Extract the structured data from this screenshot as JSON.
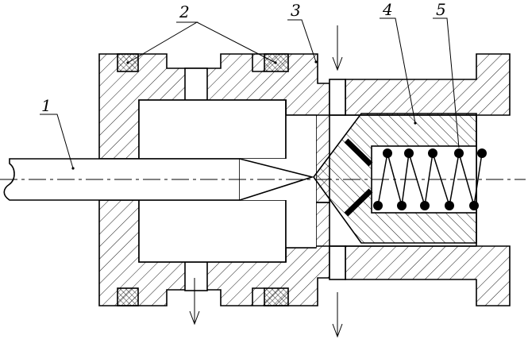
{
  "callouts": {
    "needle": "1",
    "seals": "2",
    "body": "3",
    "valve": "4",
    "spring": "5"
  },
  "colors": {
    "line": "#000000",
    "background": "#ffffff"
  }
}
